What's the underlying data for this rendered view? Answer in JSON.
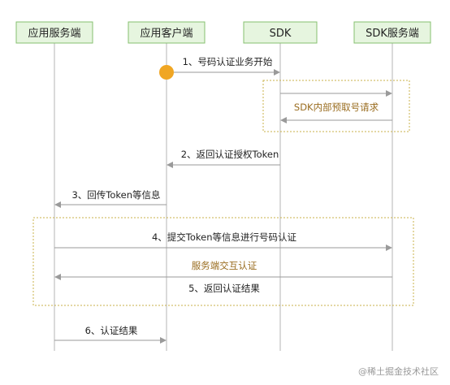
{
  "actors": [
    {
      "id": "app_server",
      "label": "应用服务端"
    },
    {
      "id": "app_client",
      "label": "应用客户端"
    },
    {
      "id": "sdk",
      "label": "SDK"
    },
    {
      "id": "sdk_server",
      "label": "SDK服务端"
    }
  ],
  "messages": [
    {
      "id": "m1",
      "label": "1、号码认证业务开始",
      "from": "app_client",
      "to": "sdk"
    },
    {
      "id": "m_sdk_req",
      "label": "SDK内部预取号请求",
      "from": "sdk",
      "to": "sdk_server",
      "returns": true
    },
    {
      "id": "m2",
      "label": "2、返回认证授权Token",
      "from": "sdk",
      "to": "app_client"
    },
    {
      "id": "m3",
      "label": "3、回传Token等信息",
      "from": "app_client",
      "to": "app_server"
    },
    {
      "id": "m4",
      "label": "4、提交Token等信息进行号码认证",
      "from": "app_server",
      "to": "sdk_server"
    },
    {
      "id": "m_exchange",
      "label": "服务端交互认证"
    },
    {
      "id": "m5",
      "label": "5、返回认证结果",
      "from": "sdk_server",
      "to": "app_server"
    },
    {
      "id": "m6",
      "label": "6、认证结果",
      "from": "app_server",
      "to": "app_client"
    }
  ],
  "watermark": "@稀土掘金技术社区",
  "colors": {
    "actor_fill": "#e6f5df",
    "actor_border": "#86c06f",
    "frame": "#c9b24a",
    "start_dot": "#f0a623",
    "accent_text": "#9a6d20"
  }
}
